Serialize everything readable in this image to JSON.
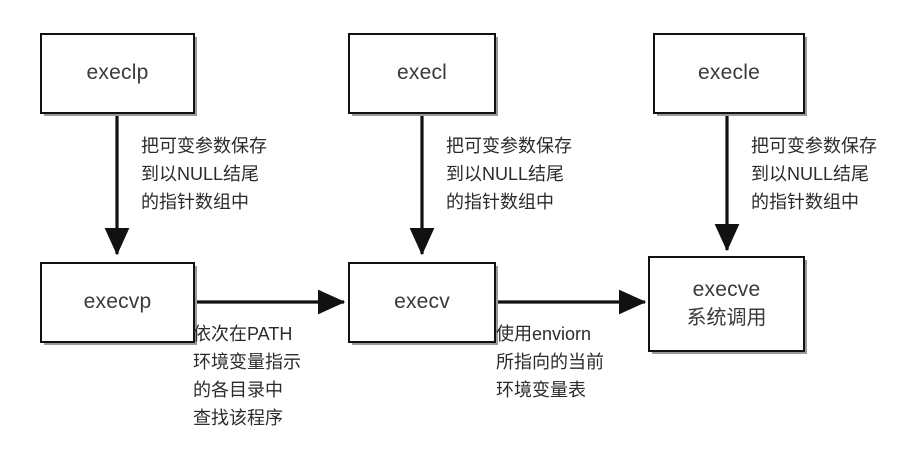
{
  "diagram": {
    "title": "exec family function relationship diagram",
    "colors": {
      "background": "#ffffff",
      "box_border": "#111111",
      "box_fill": "#ffffff",
      "shadow": "#9a9a9a",
      "arrow": "#111111",
      "node_text": "#3a3a3a",
      "label_text": "#2b2b2b"
    },
    "nodes": [
      {
        "id": "execlp",
        "label": "execlp",
        "sublabel": ""
      },
      {
        "id": "execl",
        "label": "execl",
        "sublabel": ""
      },
      {
        "id": "execle",
        "label": "execle",
        "sublabel": ""
      },
      {
        "id": "execvp",
        "label": "execvp",
        "sublabel": ""
      },
      {
        "id": "execv",
        "label": "execv",
        "sublabel": ""
      },
      {
        "id": "execve",
        "label": "execve",
        "sublabel": "系统调用"
      }
    ],
    "edge_labels": [
      {
        "id": "execlp-to-execvp",
        "lines": [
          "把可变参数保存",
          "到以NULL结尾",
          "的指针数组中"
        ]
      },
      {
        "id": "execl-to-execv",
        "lines": [
          "把可变参数保存",
          "到以NULL结尾",
          "的指针数组中"
        ]
      },
      {
        "id": "execle-to-execve",
        "lines": [
          "把可变参数保存",
          "到以NULL结尾",
          "的指针数组中"
        ]
      },
      {
        "id": "execvp-to-execv",
        "lines": [
          "依次在PATH",
          "环境变量指示",
          "的各目录中",
          "查找该程序"
        ]
      },
      {
        "id": "execv-to-execve",
        "lines": [
          "使用enviorn",
          "所指向的当前",
          "环境变量表"
        ]
      }
    ]
  }
}
